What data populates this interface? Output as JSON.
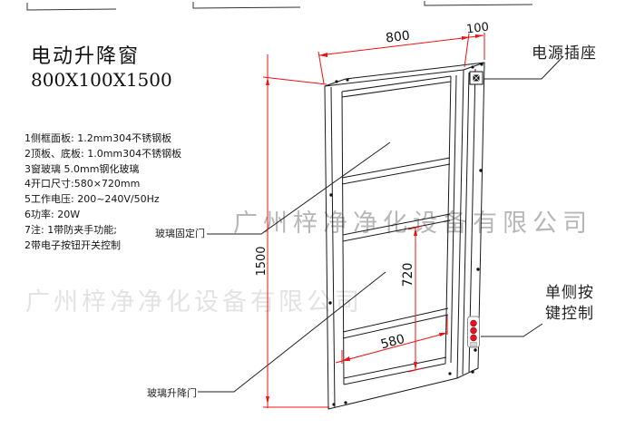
{
  "title": {
    "product": "电动升降窗",
    "size": "800X100X1500"
  },
  "specs": [
    "1侧框面板: 1.2mm304不锈钢板",
    "2顶板、底板: 1.0mm304不锈钢板",
    "3窗玻璃 5.0mm钢化玻璃",
    "4开口尺寸:580×720mm",
    "5工作电压: 200~240V/50Hz",
    "6功率: 20W",
    "7注: 1带防夹手功能;",
    "2带电子按钮开关控制"
  ],
  "callouts": {
    "power_socket": "电源插座",
    "side_button_line1": "单侧按",
    "side_button_line2": "键控制",
    "fixed_glass_door": "玻璃固定门",
    "lifting_glass_door": "玻璃升降门"
  },
  "dimensions": {
    "width": "800",
    "depth": "100",
    "height": "1500",
    "opening_height": "720",
    "opening_width": "580"
  },
  "watermark": {
    "text": "广州梓净净化设备有限公司"
  },
  "colors": {
    "dimension_line": "#ee1111",
    "drawing_line": "#000000",
    "button_red": "#e81123",
    "watermark_mid": "#b7b7b7",
    "watermark_light": "#e3e3e3"
  }
}
